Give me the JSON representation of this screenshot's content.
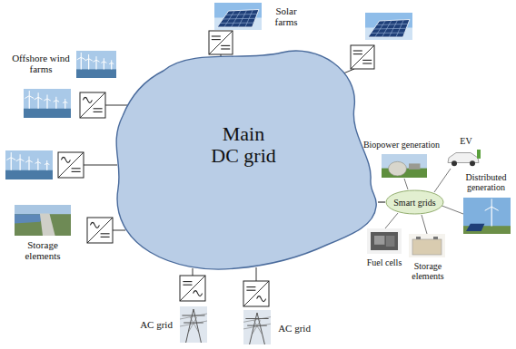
{
  "diagram": {
    "nodes": [
      {
        "text": [
          "Main DC grid"
        ]
      },
      {
        "text": [
          "Smart grids"
        ]
      }
    ],
    "edges": [
      {
        "from": 1,
        "to": 0,
        "arrow": "none"
      }
    ],
    "labels": [
      "Solar farms",
      "Offshore wind farms",
      "Storage elements",
      "AC grid",
      "AC grid",
      "Biopower generation",
      "EV",
      "Distributed generation",
      "Fuel cells",
      "Storage elements"
    ]
  }
}
